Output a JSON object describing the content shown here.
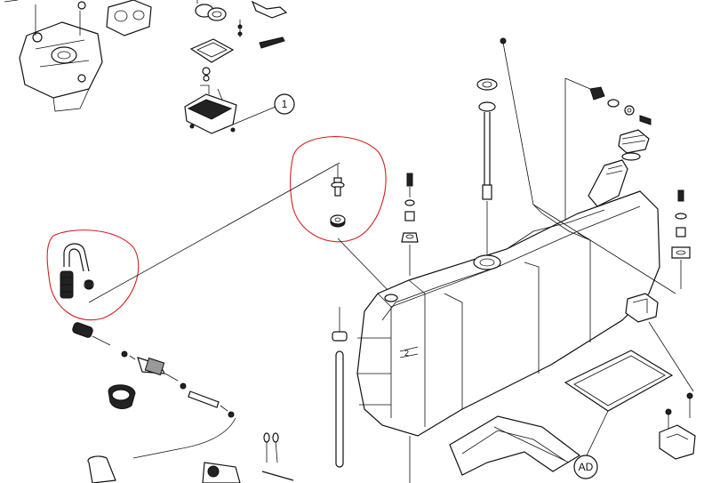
{
  "callouts": {
    "one": "1",
    "ad": "AD"
  },
  "tank_mark": "2",
  "colors": {
    "line": "#111111",
    "highlight": "#d42020",
    "background": "#ffffff"
  }
}
